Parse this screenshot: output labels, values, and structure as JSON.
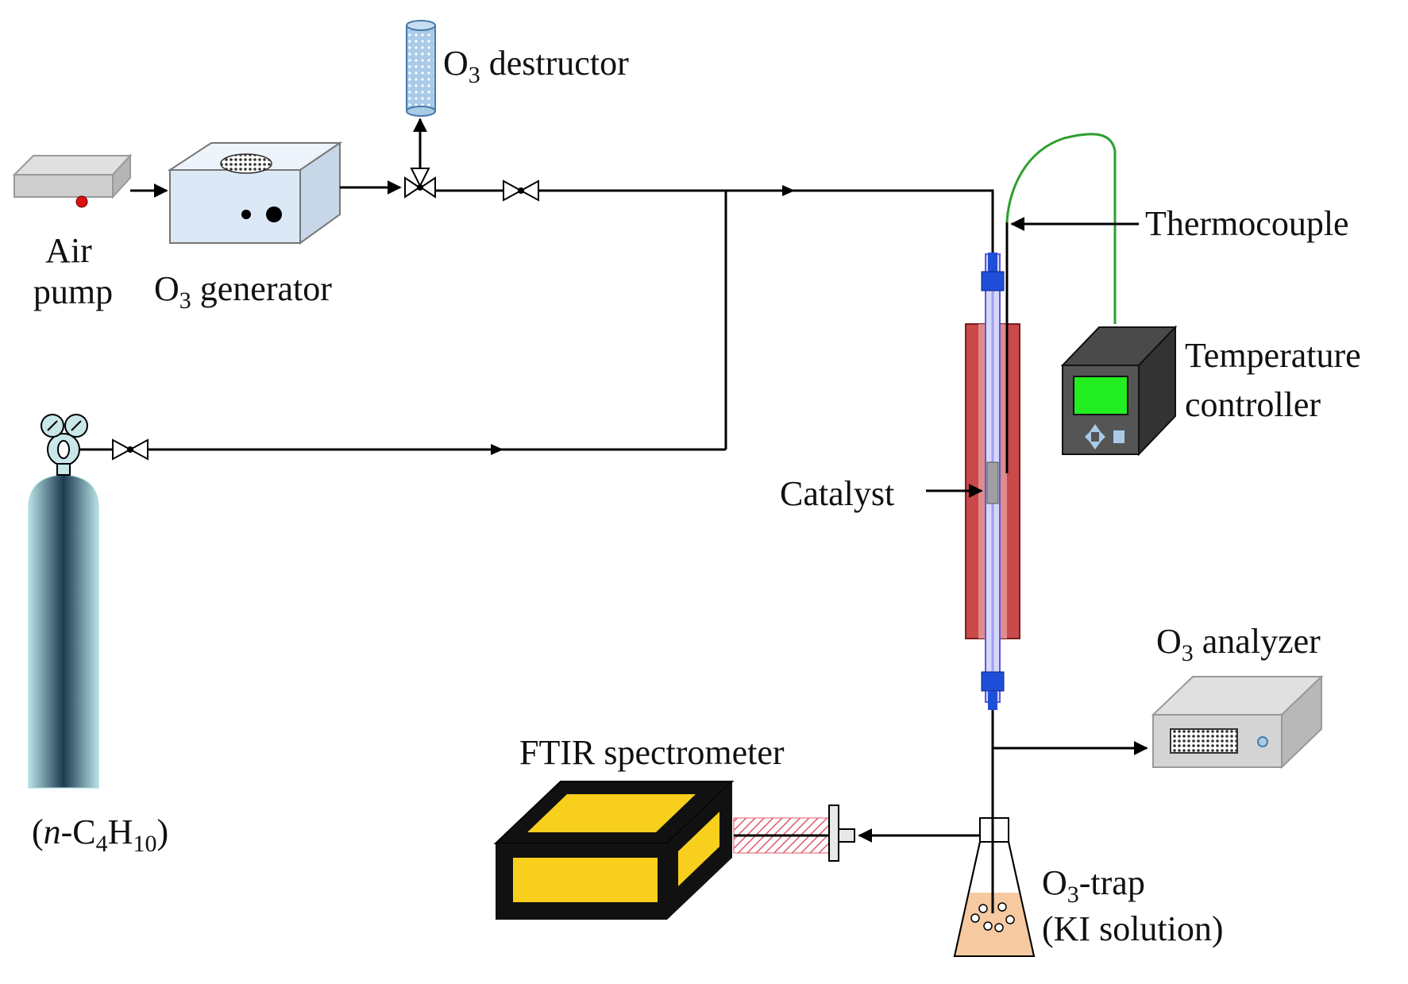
{
  "labels": {
    "air_pump": [
      "Air",
      "pump"
    ],
    "o3_generator": {
      "main": "O",
      "sub": "3",
      "rest": " generator"
    },
    "o3_destructor": {
      "main": "O",
      "sub": "3",
      "rest": " destructor"
    },
    "thermocouple": "Thermocouple",
    "temperature_controller": [
      "Temperature",
      "controller"
    ],
    "catalyst": "Catalyst",
    "o3_analyzer": {
      "main": "O",
      "sub": "3",
      "rest": " analyzer"
    },
    "ftir": "FTIR spectrometer",
    "o3_trap": {
      "main": "O",
      "sub": "3",
      "rest": "-trap",
      "line2": "(KI solution)"
    },
    "cylinder": {
      "open": "(",
      "italic": "n",
      "c": "-C",
      "c_sub": "4",
      "h": "H",
      "h_sub": "10",
      "close": ")"
    }
  },
  "colors": {
    "pipe": "#000000",
    "thermocouple_wire": "#2e9e2e",
    "furnace": "#c84a4a",
    "tube": "#7a7ae6",
    "fitting": "#1f4fd8",
    "ftir_yellow": "#f7cf1c",
    "controller_screen": "#22ee22",
    "cylinder": "#9fd4d8",
    "trap_liquid": "#f6c9a0",
    "destructor": "#a9cbe8"
  },
  "icons": [
    "air-pump-icon",
    "ozone-generator-icon",
    "three-way-valve-icon",
    "needle-valve-icon",
    "gas-cylinder-icon",
    "regulator-icon",
    "furnace-icon",
    "temperature-controller-icon",
    "ozone-analyzer-icon",
    "ftir-spectrometer-icon",
    "ko-trap-flask-icon"
  ]
}
